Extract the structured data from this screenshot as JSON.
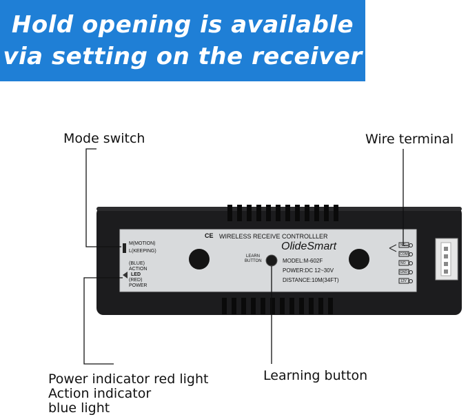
{
  "banner": {
    "line1": "Hold opening is available",
    "line2": "via setting on the receiver"
  },
  "callouts": {
    "mode_switch": "Mode switch",
    "wire_terminal": "Wire terminal",
    "learning_button": "Learning button",
    "power_indicator_line1": "Power indicator red light",
    "power_indicator_line2": "Action indicator",
    "power_indicator_line3": "blue light"
  },
  "device": {
    "ce_mark": "CE",
    "product_title": "WIRELESS RECEIVE  CONTROLLLER",
    "brand": "OlideSmart",
    "model": "MODEL:M-602F",
    "power": "POWER:DC 12~30V",
    "distance": "DISTANCE:10M(34FT)",
    "learn_label_1": "LEARN",
    "learn_label_2": "BUTTON",
    "mode_m": "M(MOTION)",
    "mode_l": "L(KEEPING)",
    "led_blue": "(BLUE)",
    "led_action": "ACTION",
    "led_label": "LED",
    "led_red": "(RED)",
    "led_power": "POWER",
    "terminals": [
      "NC",
      "COM",
      "NO",
      "GND",
      "12V"
    ]
  },
  "colors": {
    "banner_bg": "#1f7fd6",
    "housing": "#1c1c1e",
    "plate": "#d8dadc"
  }
}
